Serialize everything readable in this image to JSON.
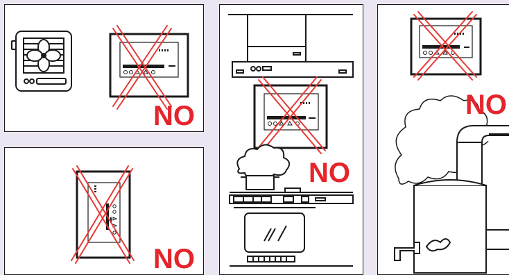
{
  "colors": {
    "background": "#ECE6F3",
    "panel": "#FFFFFF",
    "line": "#1a1a1a",
    "cross": "#E53935",
    "no_text": "#E5242B"
  },
  "panels": [
    {
      "id": "fan",
      "scene": "ventilation-fan-next-to-device",
      "no_label": "NO"
    },
    {
      "id": "enclosure",
      "scene": "device-inside-enclosure",
      "no_label": "NO"
    },
    {
      "id": "kitchen",
      "scene": "device-near-range-hood-and-stove",
      "no_label": "NO"
    },
    {
      "id": "boiler",
      "scene": "device-above-boiler-smoke",
      "no_label": "NO"
    }
  ],
  "icons": {
    "fan": "ventilation-fan-icon",
    "device": "control-unit-icon",
    "cross": "prohibition-cross-icon",
    "hood": "range-hood-icon",
    "pot": "steaming-pot-icon",
    "oven": "oven-icon",
    "boiler": "boiler-icon",
    "smoke": "smoke-cloud-icon"
  }
}
